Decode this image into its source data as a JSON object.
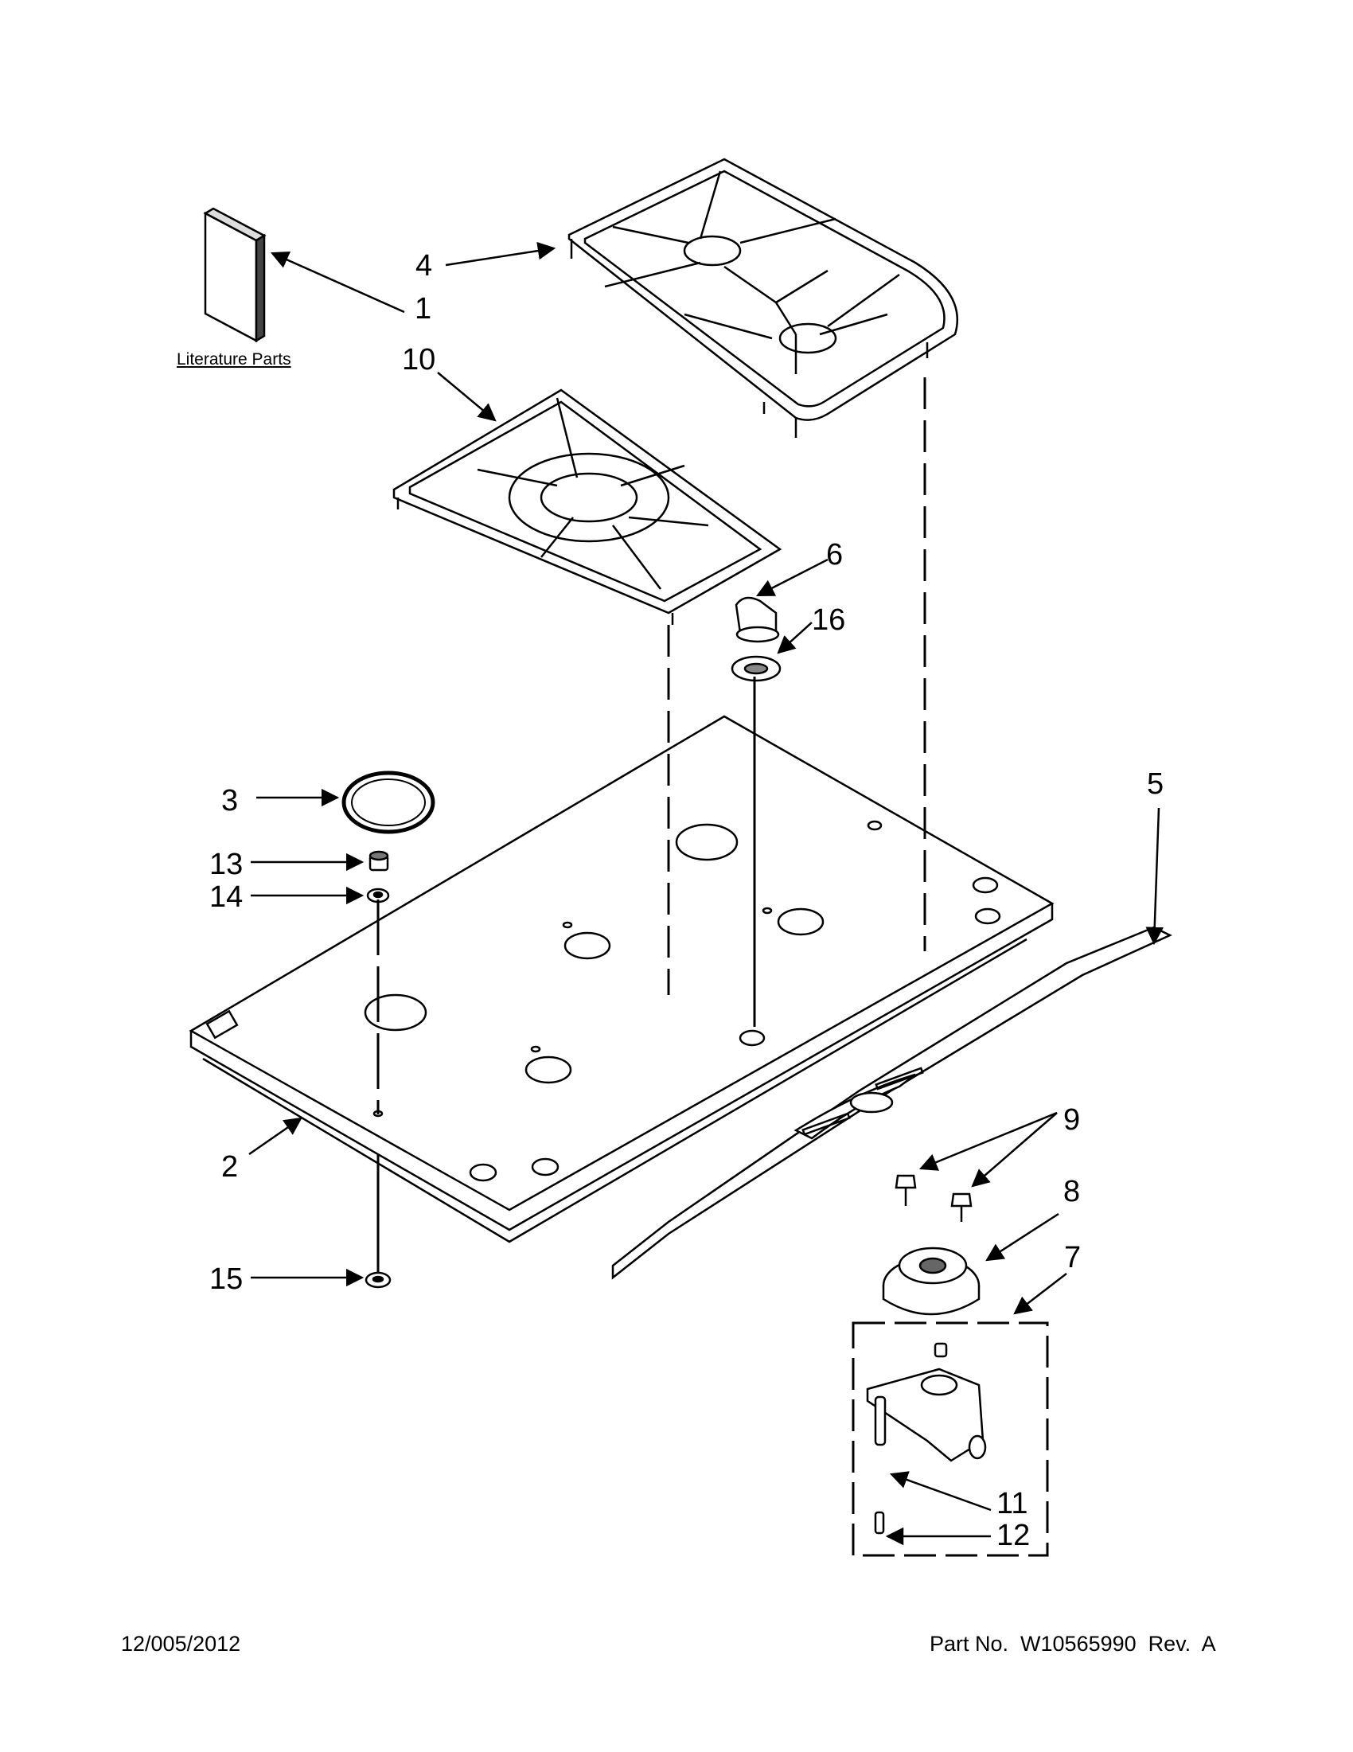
{
  "callouts": {
    "c1": "1",
    "c2": "2",
    "c3": "3",
    "c4": "4",
    "c5": "5",
    "c6": "6",
    "c7": "7",
    "c8": "8",
    "c9": "9",
    "c10": "10",
    "c11": "11",
    "c12": "12",
    "c13": "13",
    "c14": "14",
    "c15": "15",
    "c16": "16"
  },
  "literature_label": "Literature Parts",
  "footer": {
    "date": "12/005/2012",
    "part_no": "Part No.  W10565990  Rev.  A"
  }
}
